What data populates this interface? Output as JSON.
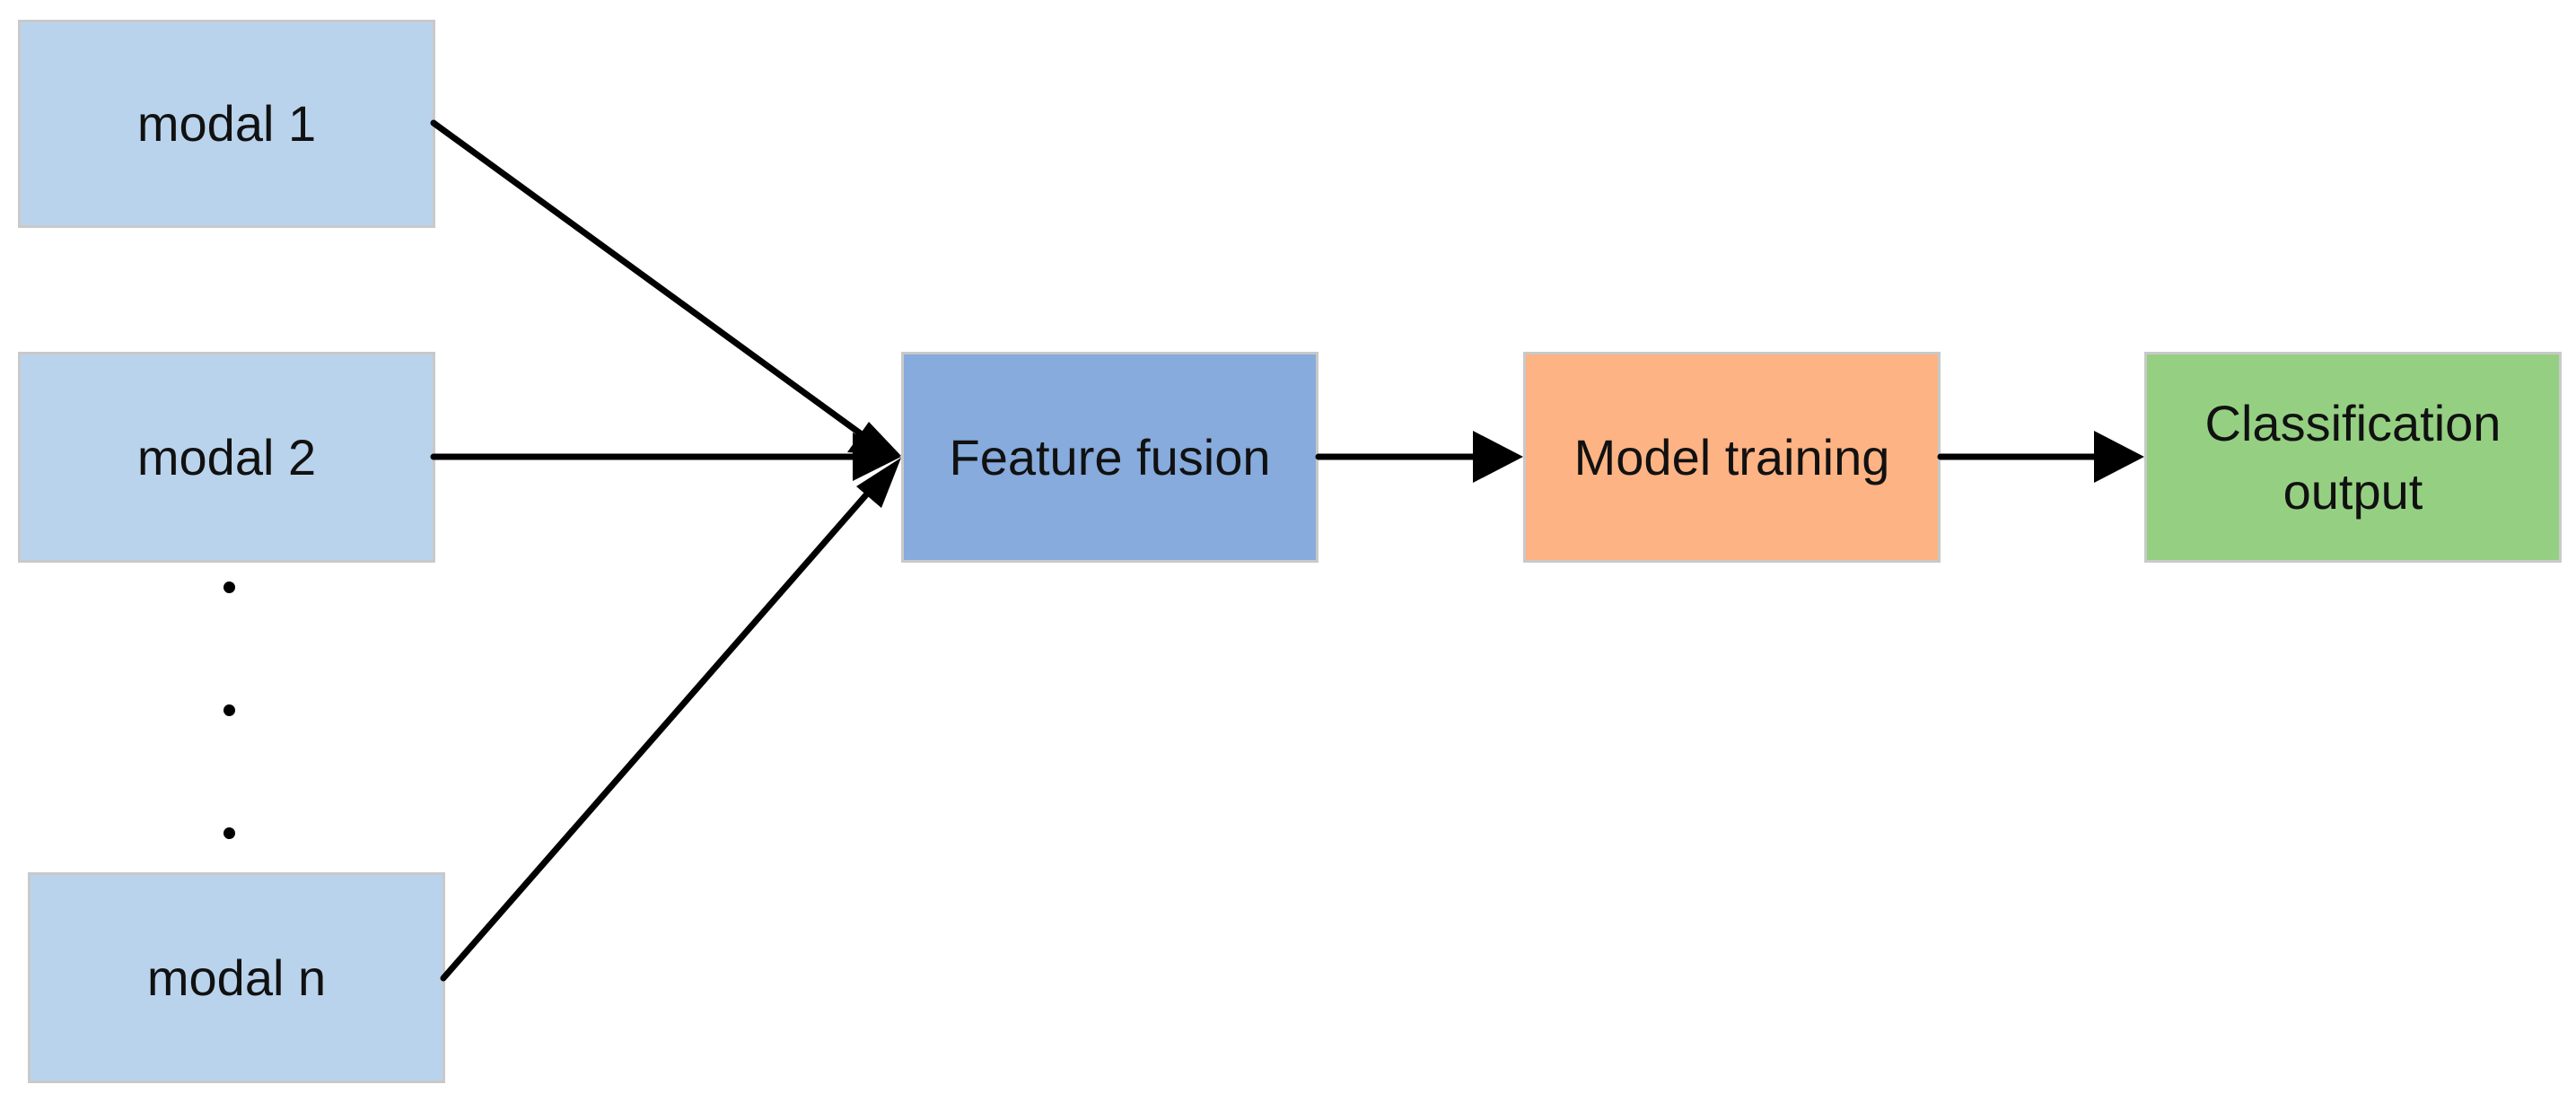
{
  "diagram": {
    "nodes": {
      "modal_1": "modal 1",
      "modal_2": "modal 2",
      "modal_n": "modal n",
      "feature_fusion": "Feature fusion",
      "model_training": "Model training",
      "classification_output": "Classification\noutput"
    },
    "colors": {
      "modal_fill": "#b9d3ec",
      "fusion_fill": "#86abdc",
      "training_fill": "#fdb383",
      "output_fill": "#95d082",
      "border": "#c9c9c9",
      "arrow": "#000000"
    },
    "edges": [
      {
        "from": "modal 1",
        "to": "Feature fusion"
      },
      {
        "from": "modal 2",
        "to": "Feature fusion"
      },
      {
        "from": "modal n",
        "to": "Feature fusion"
      },
      {
        "from": "Feature fusion",
        "to": "Model training"
      },
      {
        "from": "Model training",
        "to": "Classification\noutput"
      }
    ]
  }
}
